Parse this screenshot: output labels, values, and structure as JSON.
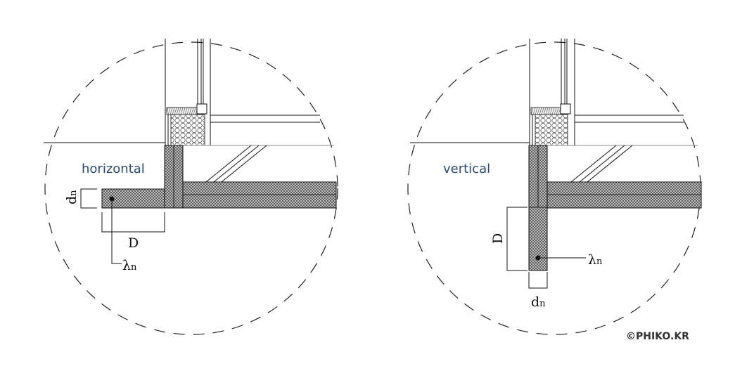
{
  "left": {
    "label": "horizontal",
    "thickness_symbol": "d",
    "thickness_sub": "n",
    "depth_symbol": "D",
    "conductivity_symbol": "λ",
    "conductivity_sub": "n"
  },
  "right": {
    "label": "vertical",
    "thickness_symbol": "d",
    "thickness_sub": "n",
    "depth_symbol": "D",
    "conductivity_symbol": "λ",
    "conductivity_sub": "n"
  },
  "copyright": "©PHIKO.KR",
  "colors": {
    "label": "#2a4a70",
    "line": "#111111"
  }
}
